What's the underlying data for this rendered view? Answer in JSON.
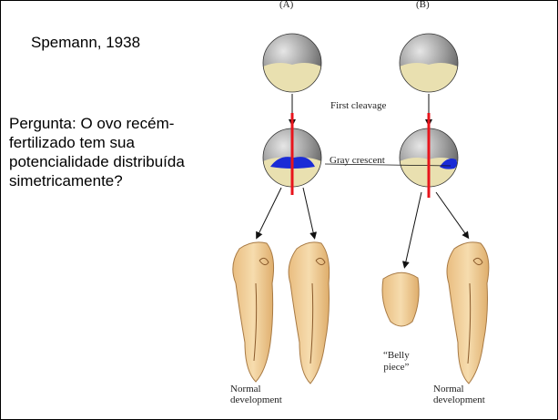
{
  "author": "Spemann, 1938",
  "question": "Pergunta: O ovo recém-fertilizado tem sua potencialidade distribuída simetricamente?",
  "figure": {
    "panel_a": "(A)",
    "panel_b": "(B)",
    "first_cleavage": "First cleavage",
    "gray_crescent": "Gray crescent",
    "belly_piece_line1": "“Belly",
    "belly_piece_line2": "piece”",
    "normal_line1": "Normal",
    "normal_line2": "development",
    "colors": {
      "cut_line": "#e8141c",
      "crescent": "#1a2bd6",
      "yolk": "#e9e0b0",
      "embryo": "#efc98f"
    }
  }
}
